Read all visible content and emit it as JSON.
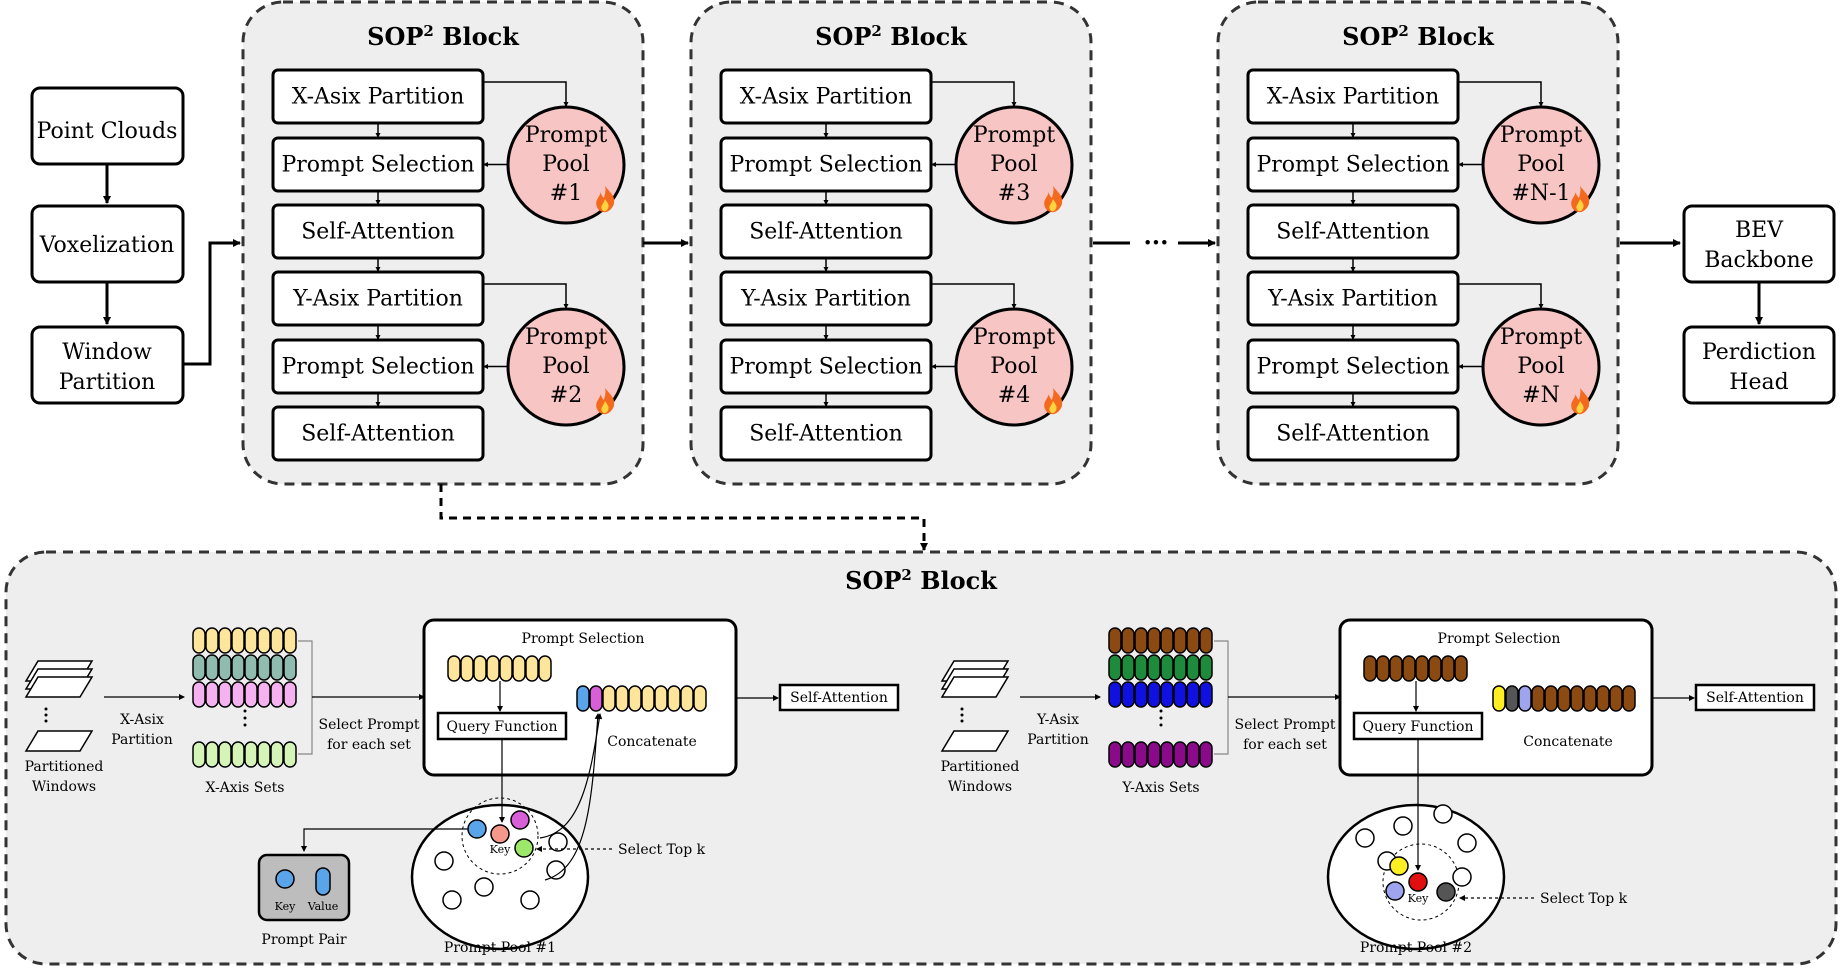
{
  "inputs": {
    "point_clouds": "Point Clouds",
    "voxelization": "Voxelization",
    "window_partition_1": "Window",
    "window_partition_2": "Partition"
  },
  "blocks": [
    {
      "title": "SOP",
      "title_sup": "2",
      "title_tail": " Block",
      "rows": [
        "X-Asix Partition",
        "Prompt Selection",
        "Self-Attention",
        "Y-Asix Partition",
        "Prompt Selection",
        "Self-Attention"
      ],
      "pool_a": [
        "Prompt",
        "Pool",
        "#1"
      ],
      "pool_b": [
        "Prompt",
        "Pool",
        "#2"
      ]
    },
    {
      "title": "SOP",
      "title_sup": "2",
      "title_tail": " Block",
      "rows": [
        "X-Asix Partition",
        "Prompt Selection",
        "Self-Attention",
        "Y-Asix Partition",
        "Prompt Selection",
        "Self-Attention"
      ],
      "pool_a": [
        "Prompt",
        "Pool",
        "#3"
      ],
      "pool_b": [
        "Prompt",
        "Pool",
        "#4"
      ]
    },
    {
      "title": "SOP",
      "title_sup": "2",
      "title_tail": " Block",
      "rows": [
        "X-Asix Partition",
        "Prompt Selection",
        "Self-Attention",
        "Y-Asix Partition",
        "Prompt Selection",
        "Self-Attention"
      ],
      "pool_a": [
        "Prompt",
        "Pool",
        "#N-1"
      ],
      "pool_b": [
        "Prompt",
        "Pool",
        "#N"
      ]
    }
  ],
  "ellipsis": "···",
  "outputs": {
    "bev_1": "BEV",
    "bev_2": "Backbone",
    "head_1": "Perdiction",
    "head_2": "Head"
  },
  "detail": {
    "title": "SOP",
    "title_sup": "2",
    "title_tail": " Block",
    "left": {
      "windows_1": "Partitioned",
      "windows_2": "Windows",
      "partition_1": "X-Asix",
      "partition_2": "Partition",
      "sets_label": "X-Axis Sets",
      "select_1": "Select Prompt",
      "select_2": "for each set",
      "ps_title": "Prompt Selection",
      "query": "Query Function",
      "concat": "Concatenate",
      "self_attn": "Self-Attention",
      "key": "Key",
      "select_top": "Select Top k",
      "pool_label": "Prompt Pool #1",
      "pair_key": "Key",
      "pair_value": "Value",
      "pair_label": "Prompt Pair",
      "set_colors": [
        "#fde59c",
        "#8fbcae",
        "#f6b2f0",
        "#d5f4b8"
      ],
      "selected_colors": [
        "#5aa5ea",
        "#d95fd8"
      ],
      "query_color": "#fde59c",
      "key_colors": [
        "#5aa5ea",
        "#f4988c",
        "#d95fd8",
        "#9de86a"
      ]
    },
    "right": {
      "windows_1": "Partitioned",
      "windows_2": "Windows",
      "partition_1": "Y-Asix",
      "partition_2": "Partition",
      "sets_label": "Y-Axis Sets",
      "select_1": "Select Prompt",
      "select_2": "for each set",
      "ps_title": "Prompt Selection",
      "query": "Query Function",
      "concat": "Concatenate",
      "self_attn": "Self-Attention",
      "key": "Key",
      "select_top": "Select Top k",
      "pool_label": "Prompt Pool #2",
      "set_colors": [
        "#8b4a12",
        "#1e8a3c",
        "#1010e0",
        "#8a0a8a"
      ],
      "selected_colors": [
        "#ffee22",
        "#555555",
        "#9ea4ee"
      ],
      "query_color": "#8b4a12",
      "key_colors": [
        "#ffee22",
        "#e01010",
        "#9ea4ee",
        "#555555"
      ]
    }
  },
  "colors": {
    "block_fill": "#eeeeee",
    "pool_fill": "#f8c5c5",
    "fire": "#f36a1f"
  }
}
